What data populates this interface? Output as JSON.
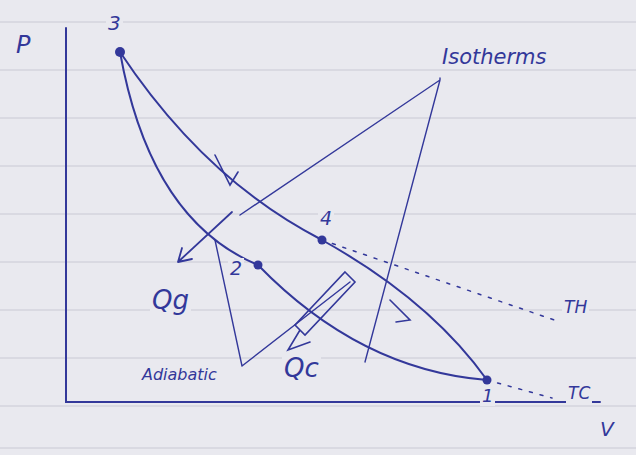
{
  "diagram": {
    "labels": [
      "P",
      "3",
      "Isotherms",
      "4",
      "2",
      "Qg",
      "TH",
      "Qc",
      "Adiabatic",
      "1",
      "TC",
      "V"
    ]
  }
}
